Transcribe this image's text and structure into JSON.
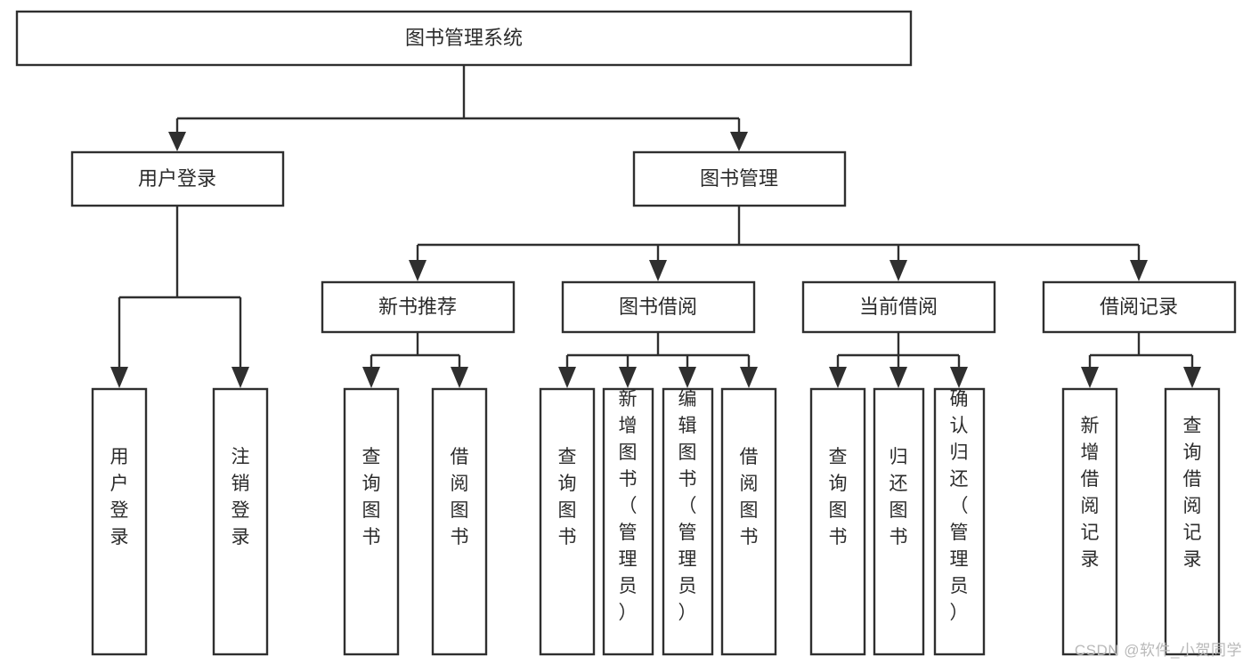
{
  "diagram": {
    "type": "tree",
    "title": "图书管理系统",
    "colors": {
      "box_stroke": "#2f2f2f",
      "box_fill": "#ffffff",
      "text": "#2b2b2b",
      "connector": "#2f2f2f",
      "watermark": "#b9b9b9",
      "background": "#ffffff"
    },
    "root": {
      "label": "图书管理系统"
    },
    "level2": [
      {
        "id": "user-login",
        "label": "用户登录"
      },
      {
        "id": "book-manage",
        "label": "图书管理"
      }
    ],
    "level3": [
      {
        "id": "new-book-rec",
        "label": "新书推荐",
        "parent": "book-manage"
      },
      {
        "id": "book-borrow",
        "label": "图书借阅",
        "parent": "book-manage"
      },
      {
        "id": "current-borrow",
        "label": "当前借阅",
        "parent": "book-manage"
      },
      {
        "id": "borrow-record",
        "label": "借阅记录",
        "parent": "book-manage"
      }
    ],
    "leaves": [
      {
        "id": "leaf-user-login",
        "label": "用户登录",
        "parent": "user-login"
      },
      {
        "id": "leaf-user-logout",
        "label": "注销登录",
        "parent": "user-login"
      },
      {
        "id": "leaf-query-book-rec",
        "label": "查询图书",
        "parent": "new-book-rec"
      },
      {
        "id": "leaf-borrow-book-rec",
        "label": "借阅图书",
        "parent": "new-book-rec"
      },
      {
        "id": "leaf-query-book-borrow",
        "label": "查询图书",
        "parent": "book-borrow"
      },
      {
        "id": "leaf-add-book",
        "label": "新增图书（管理员）",
        "parent": "book-borrow"
      },
      {
        "id": "leaf-edit-book",
        "label": "编辑图书（管理员）",
        "parent": "book-borrow"
      },
      {
        "id": "leaf-borrow-book",
        "label": "借阅图书",
        "parent": "book-borrow"
      },
      {
        "id": "leaf-query-book-current",
        "label": "查询图书",
        "parent": "current-borrow"
      },
      {
        "id": "leaf-return-book",
        "label": "归还图书",
        "parent": "current-borrow"
      },
      {
        "id": "leaf-confirm-return",
        "label": "确认归还（管理员）",
        "parent": "current-borrow"
      },
      {
        "id": "leaf-add-record",
        "label": "新增借阅记录",
        "parent": "borrow-record"
      },
      {
        "id": "leaf-query-record",
        "label": "查询借阅记录",
        "parent": "borrow-record"
      }
    ]
  },
  "watermark": {
    "text": "CSDN @软件_小贺同学"
  }
}
